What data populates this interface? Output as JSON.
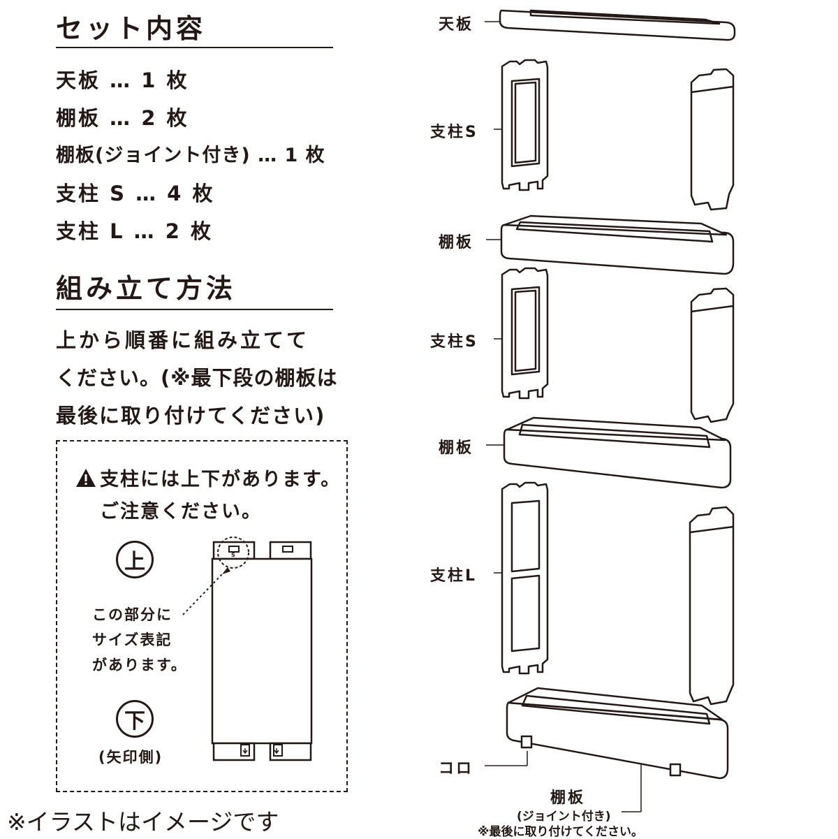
{
  "set_contents": {
    "heading": "セット内容",
    "items": [
      "天板 … 1 枚",
      "棚板 … 2 枚",
      "棚板(ジョイント付き) … 1 枚",
      "支柱 S … 4 枚",
      "支柱 L … 2 枚"
    ]
  },
  "assembly": {
    "heading": "組み立て方法",
    "lines": [
      "上から順番に組み立てて",
      "ください。(※最下段の棚板は",
      "最後に取り付けてください)"
    ]
  },
  "caution": {
    "icon": "warning-triangle-icon",
    "line1": "支柱には上下があります。",
    "line2": "ご注意ください。",
    "top_mark": "上",
    "bottom_mark": "下",
    "bottom_note": "(矢印側)",
    "size_note": [
      "この部分に",
      "サイズ表記",
      "があります。"
    ],
    "size_letter": "S"
  },
  "diagram_labels": {
    "top_board": "天板",
    "post_s_1": "支柱S",
    "shelf_1": "棚板",
    "post_s_2": "支柱S",
    "shelf_2": "棚板",
    "post_l": "支柱L",
    "caster": "コロ",
    "bottom_shelf": "棚板",
    "bottom_shelf_sub": "(ジョイント付き)",
    "bottom_shelf_note": "※最後に取り付けてください。"
  },
  "footer_note": "※イラストはイメージです"
}
